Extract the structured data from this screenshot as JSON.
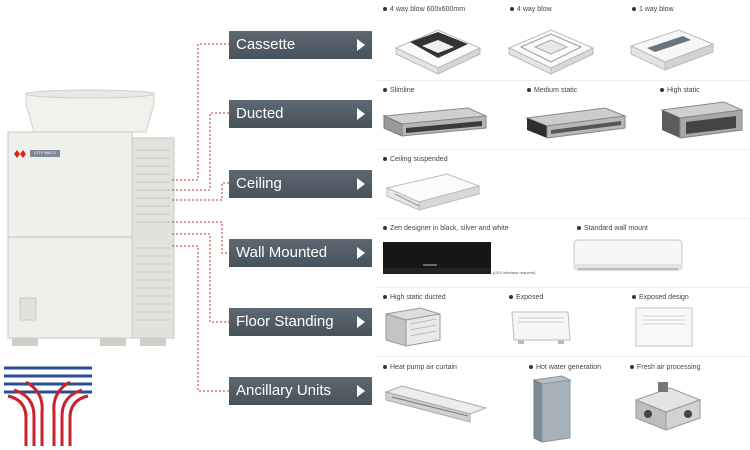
{
  "categories": [
    {
      "label": "Cassette"
    },
    {
      "label": "Ducted"
    },
    {
      "label": "Ceiling"
    },
    {
      "label": "Wall Mounted"
    },
    {
      "label": "Floor Standing"
    },
    {
      "label": "Ancillary Units"
    }
  ],
  "products": {
    "cassette": [
      "4 way blow 600x600mm",
      "4 way blow",
      "1 way blow"
    ],
    "ducted": [
      "Slimline",
      "Medium static",
      "High static"
    ],
    "ceiling": [
      "Ceiling suspended"
    ],
    "wall": [
      "Zen designer in black, silver and white",
      "Standard wall mount"
    ],
    "floor": [
      "High static ducted",
      "Exposed",
      "Exposed design"
    ],
    "ancillary": [
      "Heat pump air curtain",
      "Hot water generation",
      "Fresh air processing"
    ]
  },
  "wall_note": "(LEV interface required)",
  "outdoor_unit": {
    "badge": "CITY MULTI"
  },
  "colors": {
    "category_bg": "#4f5962",
    "connector": "#c0353a",
    "logo_blue": "#2a4e96",
    "logo_red": "#c8232c"
  }
}
